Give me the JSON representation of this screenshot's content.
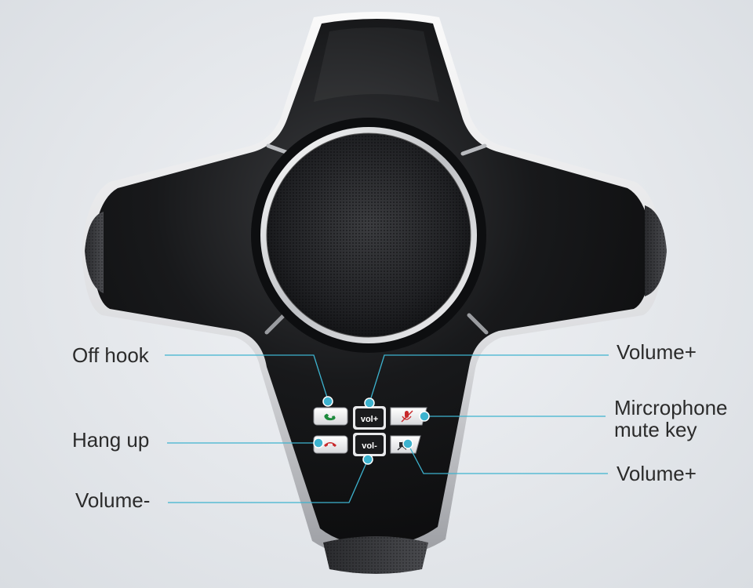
{
  "callouts": {
    "off_hook": "Off hook",
    "hang_up": "Hang up",
    "volume_minus": "Volume-",
    "volume_plus_top": "Volume+",
    "mic_mute_line1": "Mircrophone",
    "mic_mute_line2": "mute key",
    "volume_plus_bottom": "Volume+"
  },
  "keys": {
    "vol_up": "vol+",
    "vol_down": "vol-"
  },
  "icons": {
    "off_hook": "phone-offhook-icon",
    "hang_up": "phone-hangup-icon",
    "mic_mute": "mic-mute-icon",
    "speaker_mute": "speaker-mute-icon"
  },
  "colors": {
    "leader_line": "#3db3cf",
    "device_body": "#111214",
    "device_rim": "#e8e9eb",
    "offhook_green": "#1c8a3c",
    "hangup_red": "#c8282a"
  }
}
